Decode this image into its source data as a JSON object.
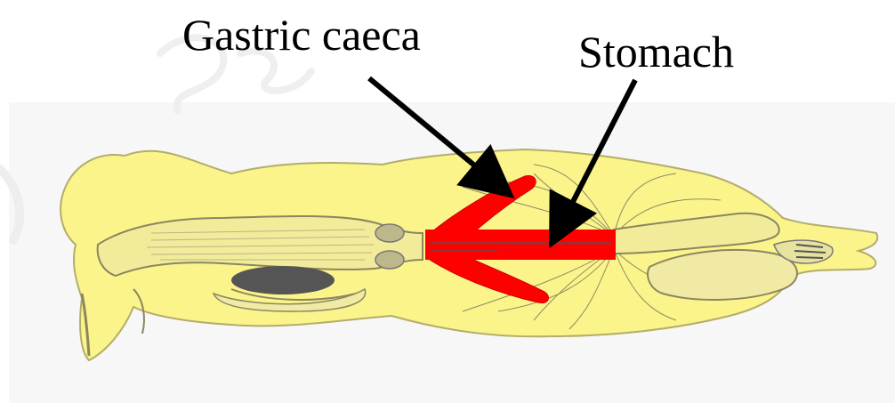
{
  "labels": {
    "gastric_caeca": "Gastric caeca",
    "stomach": "Stomach"
  },
  "colors": {
    "background": "#ffffff",
    "panel": "#f7f7f7",
    "body_fill": "#fbf48a",
    "outline": "#9a9a6a",
    "highlight": "#ff0000",
    "arrow": "#000000",
    "dark_tissue": "#555555"
  },
  "icons": {
    "label_pointer": "arrow"
  }
}
